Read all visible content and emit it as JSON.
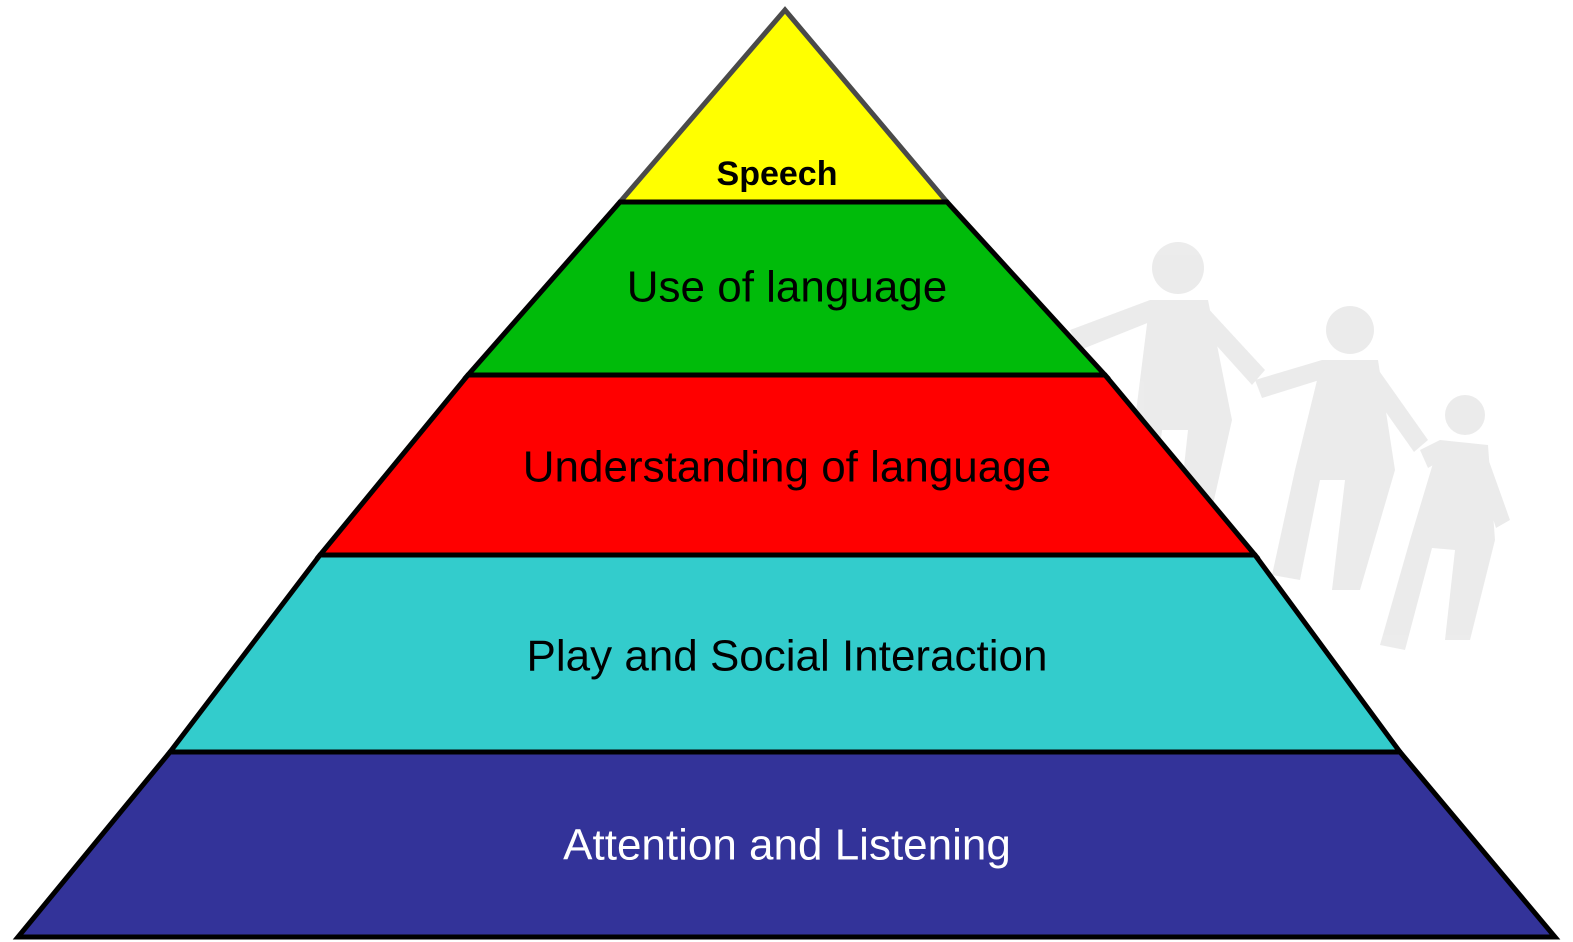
{
  "diagram": {
    "type": "pyramid",
    "levels": [
      {
        "label": "Speech",
        "fill": "#FFFF00",
        "text_color": "#000000"
      },
      {
        "label": "Use of language",
        "fill": "#00BB0A",
        "text_color": "#000000"
      },
      {
        "label": "Understanding of language",
        "fill": "#FF0000",
        "text_color": "#000000"
      },
      {
        "label": "Play and Social Interaction",
        "fill": "#33CCCC",
        "text_color": "#000000"
      },
      {
        "label": "Attention and Listening",
        "fill": "#333399",
        "text_color": "#FFFFFF"
      }
    ],
    "background_illustration": "paper-chain-people"
  }
}
